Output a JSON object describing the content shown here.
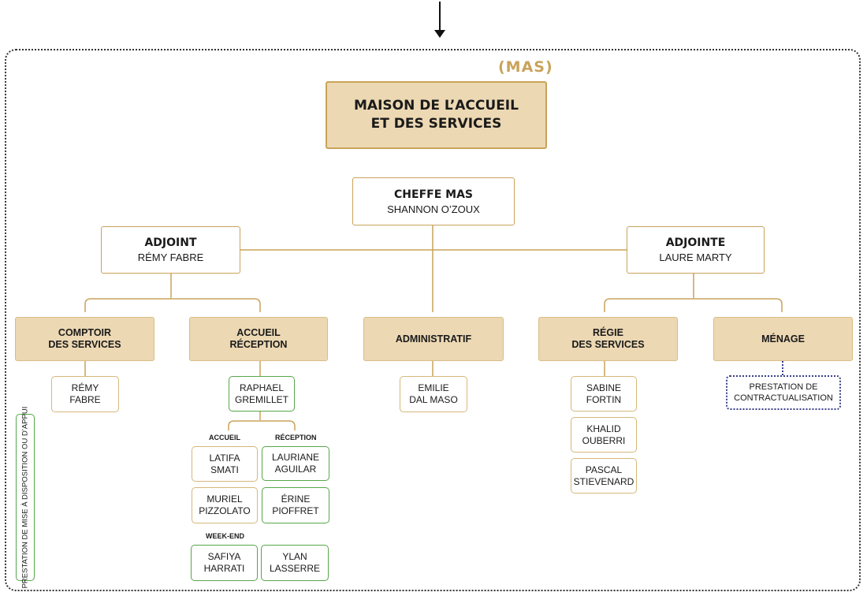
{
  "frame_tag": "(MAS)",
  "title": {
    "line1": "MAISON DE L’ACCUEIL",
    "line2": "ET DES SERVICES"
  },
  "chief": {
    "role": "CHEFFE MAS",
    "name": "SHANNON O’ZOUX"
  },
  "deputies": {
    "left": {
      "role": "ADJOINT",
      "name": "RÉMY FABRE"
    },
    "right": {
      "role": "ADJOINTE",
      "name": "LAURE MARTY"
    }
  },
  "departments": {
    "comptoir": {
      "line1": "COMPTOIR",
      "line2": "DES SERVICES"
    },
    "accueil": {
      "line1": "ACCUEIL",
      "line2": "RÉCEPTION"
    },
    "administratif": {
      "line1": "ADMINISTRATIF"
    },
    "regie": {
      "line1": "RÉGIE",
      "line2": "DES SERVICES"
    },
    "menage": {
      "line1": "MÉNAGE"
    }
  },
  "staff": {
    "comptoir": [
      {
        "line1": "RÉMY",
        "line2": "FABRE"
      }
    ],
    "accueil_lead": {
      "line1": "RAPHAEL",
      "line2": "GREMILLET"
    },
    "accueil_team": [
      {
        "line1": "LATIFA",
        "line2": "SMATI"
      },
      {
        "line1": "MURIEL",
        "line2": "PIZZOLATO"
      }
    ],
    "reception_team": [
      {
        "line1": "LAURIANE",
        "line2": "AGUILAR"
      },
      {
        "line1": "ÉRINE",
        "line2": "PIOFFRET"
      }
    ],
    "weekend_team": [
      {
        "line1": "SAFIYA",
        "line2": "HARRATI"
      },
      {
        "line1": "YLAN",
        "line2": "LASSERRE"
      }
    ],
    "administratif": [
      {
        "line1": "EMILIE",
        "line2": "DAL MASO"
      }
    ],
    "regie": [
      {
        "line1": "SABINE",
        "line2": "FORTIN"
      },
      {
        "line1": "KHALID",
        "line2": "OUBERRI"
      },
      {
        "line1": "PASCAL",
        "line2": "STIEVENARD"
      }
    ],
    "menage": {
      "line1": "PRESTATION DE",
      "line2": "CONTRACTUALISATION"
    }
  },
  "sublabels": {
    "accueil": "ACCUEIL",
    "reception": "RÉCEPTION",
    "weekend": "WEEK-END"
  },
  "legend": {
    "green_box": "PRESTATION DE MISE À DISPOSITION OU D’APPUI"
  },
  "colors": {
    "gold": "#c9a35a",
    "dept_fill": "#ecd8b3",
    "green": "#57a64a",
    "blue_dotted": "#3a3f8a"
  }
}
